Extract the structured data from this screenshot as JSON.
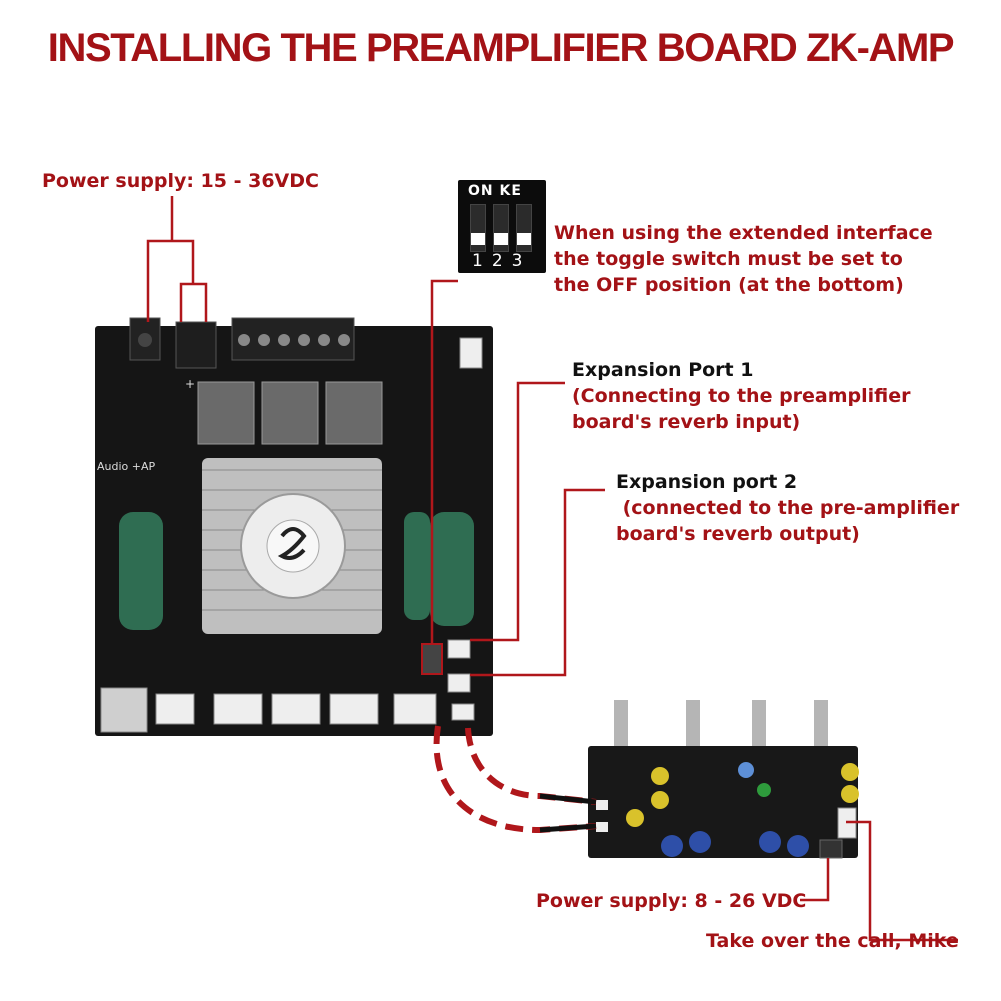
{
  "title": "INSTALLING THE PREAMPLIFIER BOARD ZK-AMP",
  "labels": {
    "power_supply_main": "Power supply: 15 - 36VDC",
    "toggle_note": [
      "When using the extended interface",
      "the toggle switch must be set to",
      "the OFF position (at the bottom)"
    ],
    "expansion_port_1": {
      "heading": "Expansion Port 1",
      "lines": [
        "(Connecting to the preamplifier",
        "board's reverb input)"
      ]
    },
    "expansion_port_2": {
      "heading": "Expansion port 2",
      "lines": [
        " (connected to the pre-amplifier",
        "board's reverb output)"
      ]
    },
    "power_supply_preamp": "Power supply: 8 - 26 VDC",
    "mike_note": "Take over the call, Mike"
  },
  "dip_switch": {
    "top_text": "ON KE",
    "numbers": "123"
  },
  "board_silkscreen": {
    "audio_ap": "Audio +AP",
    "plus": "+",
    "minus": "-"
  },
  "colors": {
    "title_red": "#a31216",
    "label_red": "#a31216",
    "line_red": "#b0171b",
    "board_black": "#141414",
    "capacitor_green": "#2f6d52"
  }
}
